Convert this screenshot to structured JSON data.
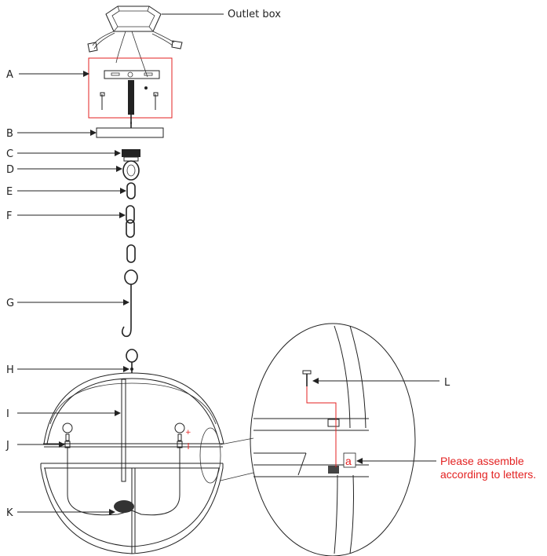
{
  "labels": {
    "outlet_box": "Outlet box",
    "A": "A",
    "B": "B",
    "C": "C",
    "D": "D",
    "E": "E",
    "F": "F",
    "G": "G",
    "H": "H",
    "I": "I",
    "J": "J",
    "K": "K",
    "L": "L"
  },
  "detail": {
    "marker": "a",
    "note_line1": "Please assemble",
    "note_line2": "according to letters."
  },
  "colors": {
    "highlight": "#e32222",
    "line": "#222222"
  }
}
